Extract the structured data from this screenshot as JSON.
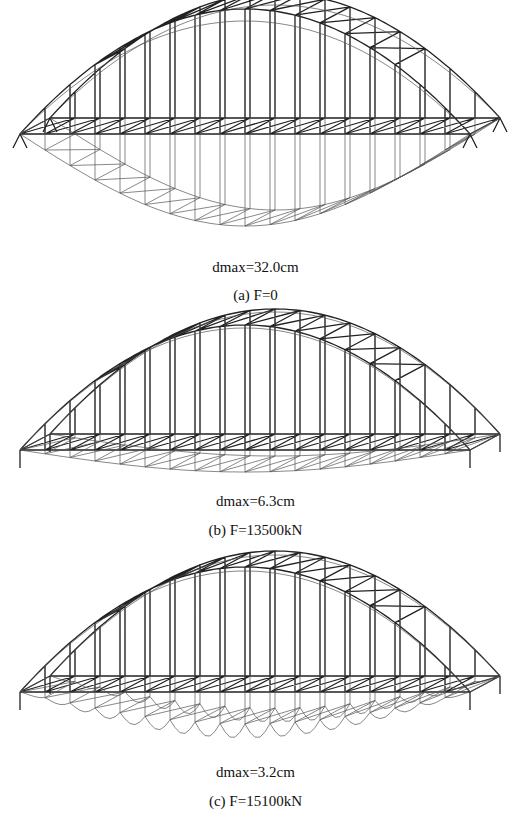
{
  "diagram": {
    "labels": [
      "dmax=32.0cm",
      "(a) F=0",
      "dmax=6.3cm",
      "(b) F=13500kN",
      "dmax=3.2cm",
      "(c) F=15100kN"
    ]
  }
}
